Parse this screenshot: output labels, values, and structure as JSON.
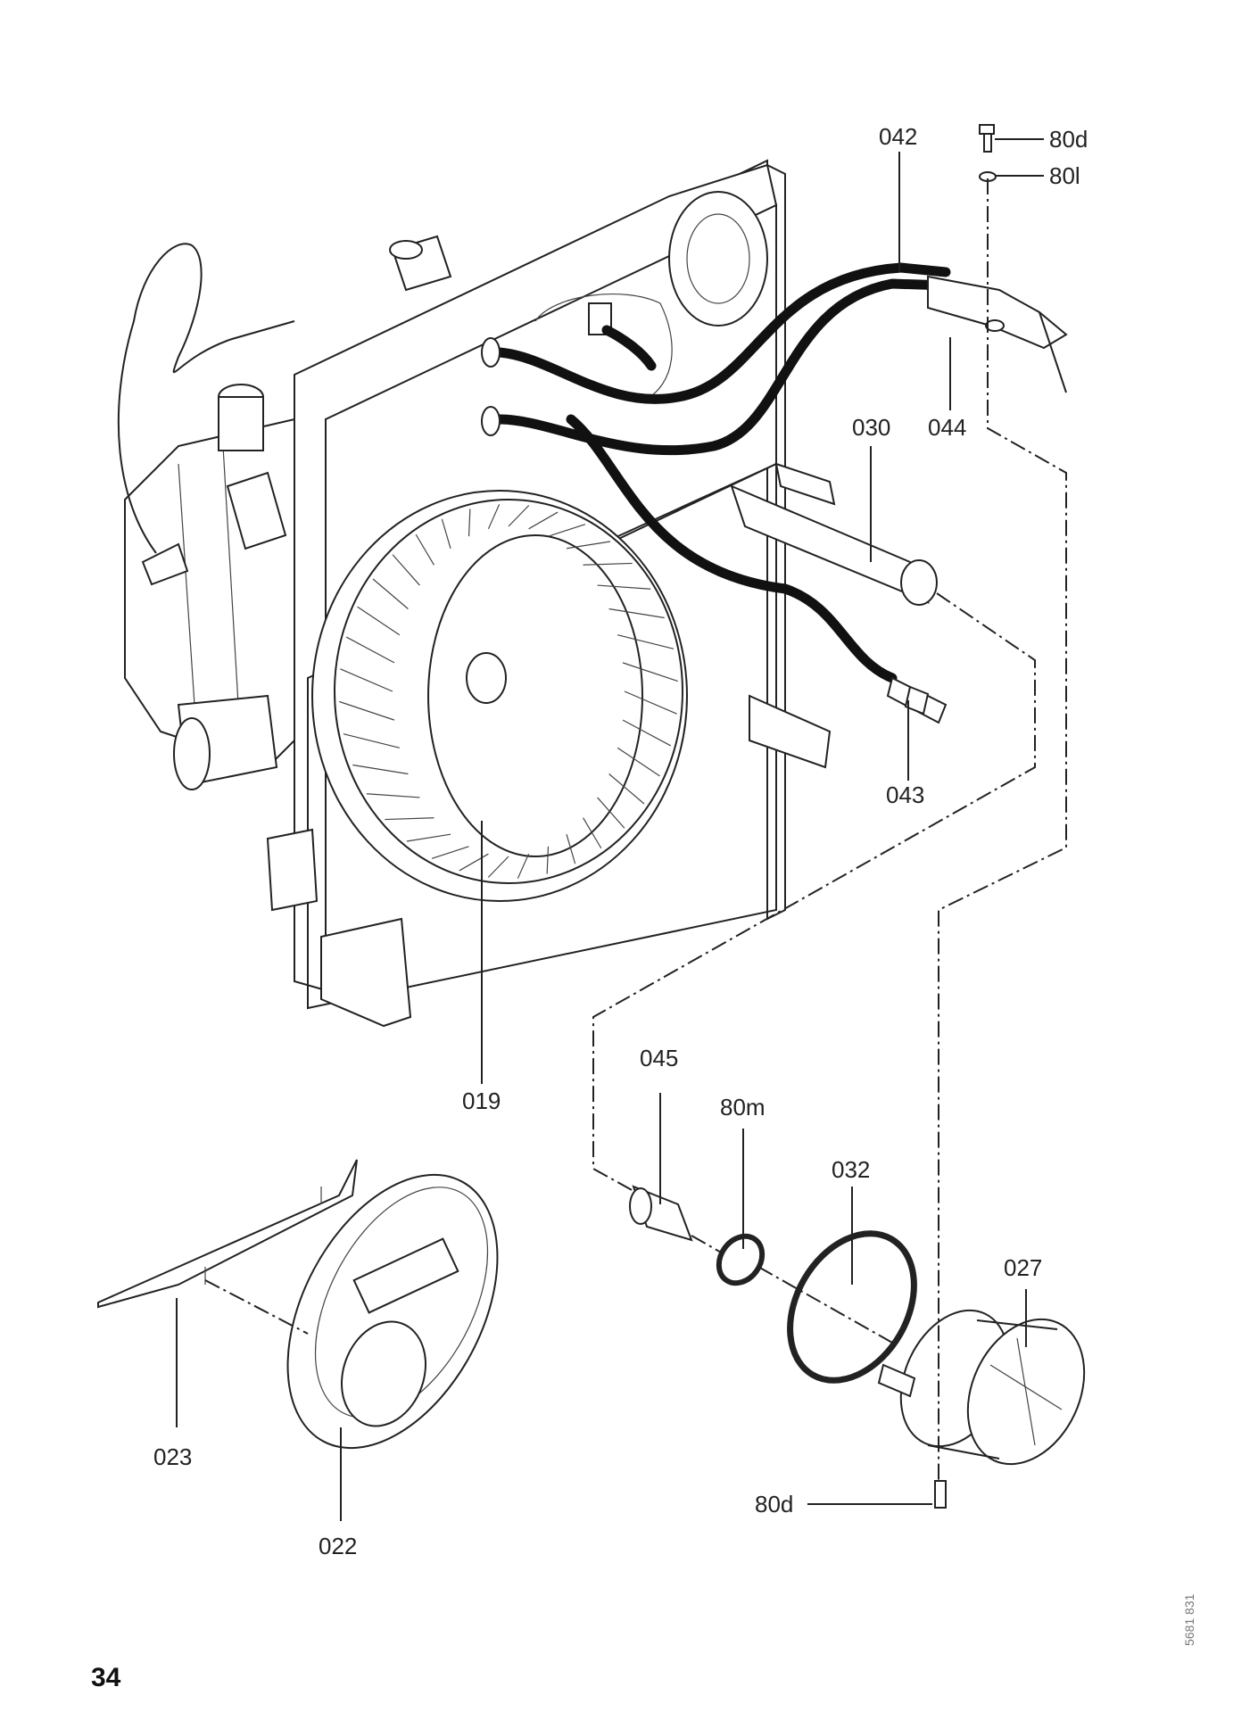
{
  "page": {
    "number": "34",
    "drawing_code": "5681 831"
  },
  "parts": {
    "p019": "019",
    "p022": "022",
    "p023": "023",
    "p027": "027",
    "p030": "030",
    "p032": "032",
    "p042": "042",
    "p043": "043",
    "p044": "044",
    "p045": "045",
    "p80d_top": "80d",
    "p80l": "80l",
    "p80m": "80m",
    "p80d_bottom": "80d"
  },
  "icons": {
    "burner_housing": "burner-housing-drawing",
    "fan_wheel": "fan-wheel-drawing",
    "air_damper": "air-damper-drawing",
    "combustion_head": "combustion-head-drawing"
  }
}
